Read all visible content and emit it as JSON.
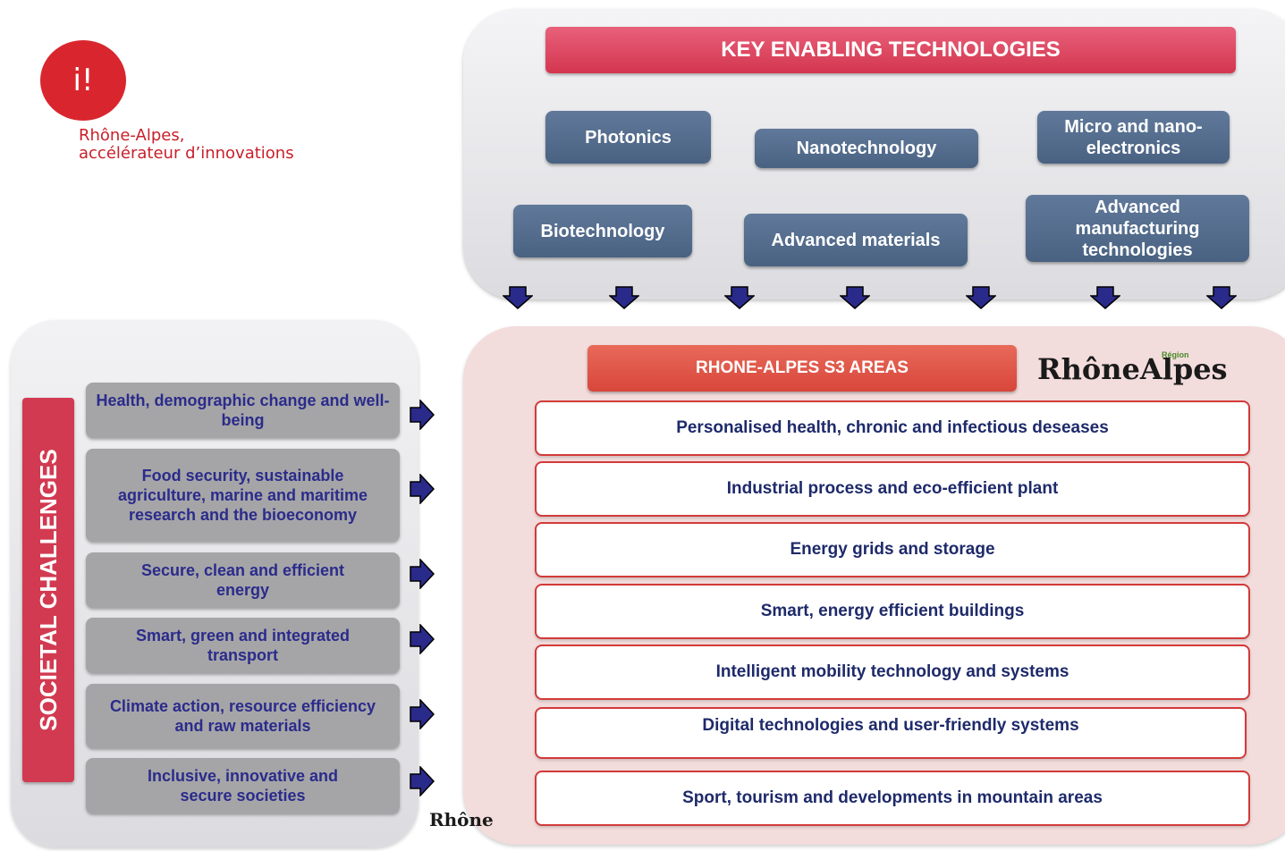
{
  "logo": {
    "glyph": "i!",
    "line1": "Rhône-Alpes,",
    "line2": "accélérateur d’innovations"
  },
  "key_enabling": {
    "title": "KEY ENABLING TECHNOLOGIES",
    "items": [
      "Photonics",
      "Nanotechnology",
      "Micro and nano-electronics",
      "Biotechnology",
      "Advanced materials",
      "Advanced manufacturing technologies"
    ]
  },
  "societal": {
    "title": "SOCIETAL CHALLENGES",
    "items": [
      "Health, demographic change and well-being",
      "Food security, sustainable agriculture, marine and maritime research and the bioeconomy",
      "Secure, clean and efficient energy",
      "Smart, green and integrated transport",
      "Climate action, resource efficiency and raw materials",
      "Inclusive, innovative and secure societies"
    ]
  },
  "s3": {
    "title": "RHONE-ALPES S3 AREAS",
    "region_logo": "RhôneAlpes",
    "region_logo_small": "Région",
    "areas": [
      "Personalised health, chronic and infectious deseases",
      "Industrial process and eco-efficient plant",
      "Energy grids and storage",
      "Smart, energy efficient buildings",
      "Intelligent mobility technology and systems",
      "Digital technologies and user-friendly systems",
      "Sport, tourism and developments in mountain areas"
    ]
  },
  "bottom_text": "Rhône",
  "colors": {
    "accent_red": "#d23a52",
    "tech_blue": "#4a6282",
    "challenge_grey": "#a5a5a7",
    "arrow_navy": "#2a2a8a"
  }
}
